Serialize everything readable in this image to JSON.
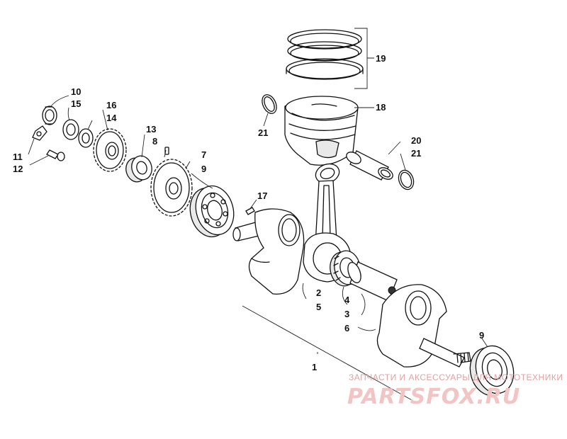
{
  "labels": {
    "l1": "1",
    "l2": "2",
    "l3": "3",
    "l4": "4",
    "l5": "5",
    "l6": "6",
    "l7": "7",
    "l8": "8",
    "l9a": "9",
    "l9b": "9",
    "l10": "10",
    "l11": "11",
    "l12": "12",
    "l13": "13",
    "l14": "14",
    "l15": "15",
    "l16": "16",
    "l17": "17",
    "l18": "18",
    "l19": "19",
    "l20": "20",
    "l21a": "21",
    "l21b": "21"
  },
  "watermark": {
    "tagline": "ЗАПЧАСТИ И АКСЕССУАРЫ ДЛЯ МОТОТЕХНИКИ",
    "brand": "PARTSFOX.RU"
  }
}
